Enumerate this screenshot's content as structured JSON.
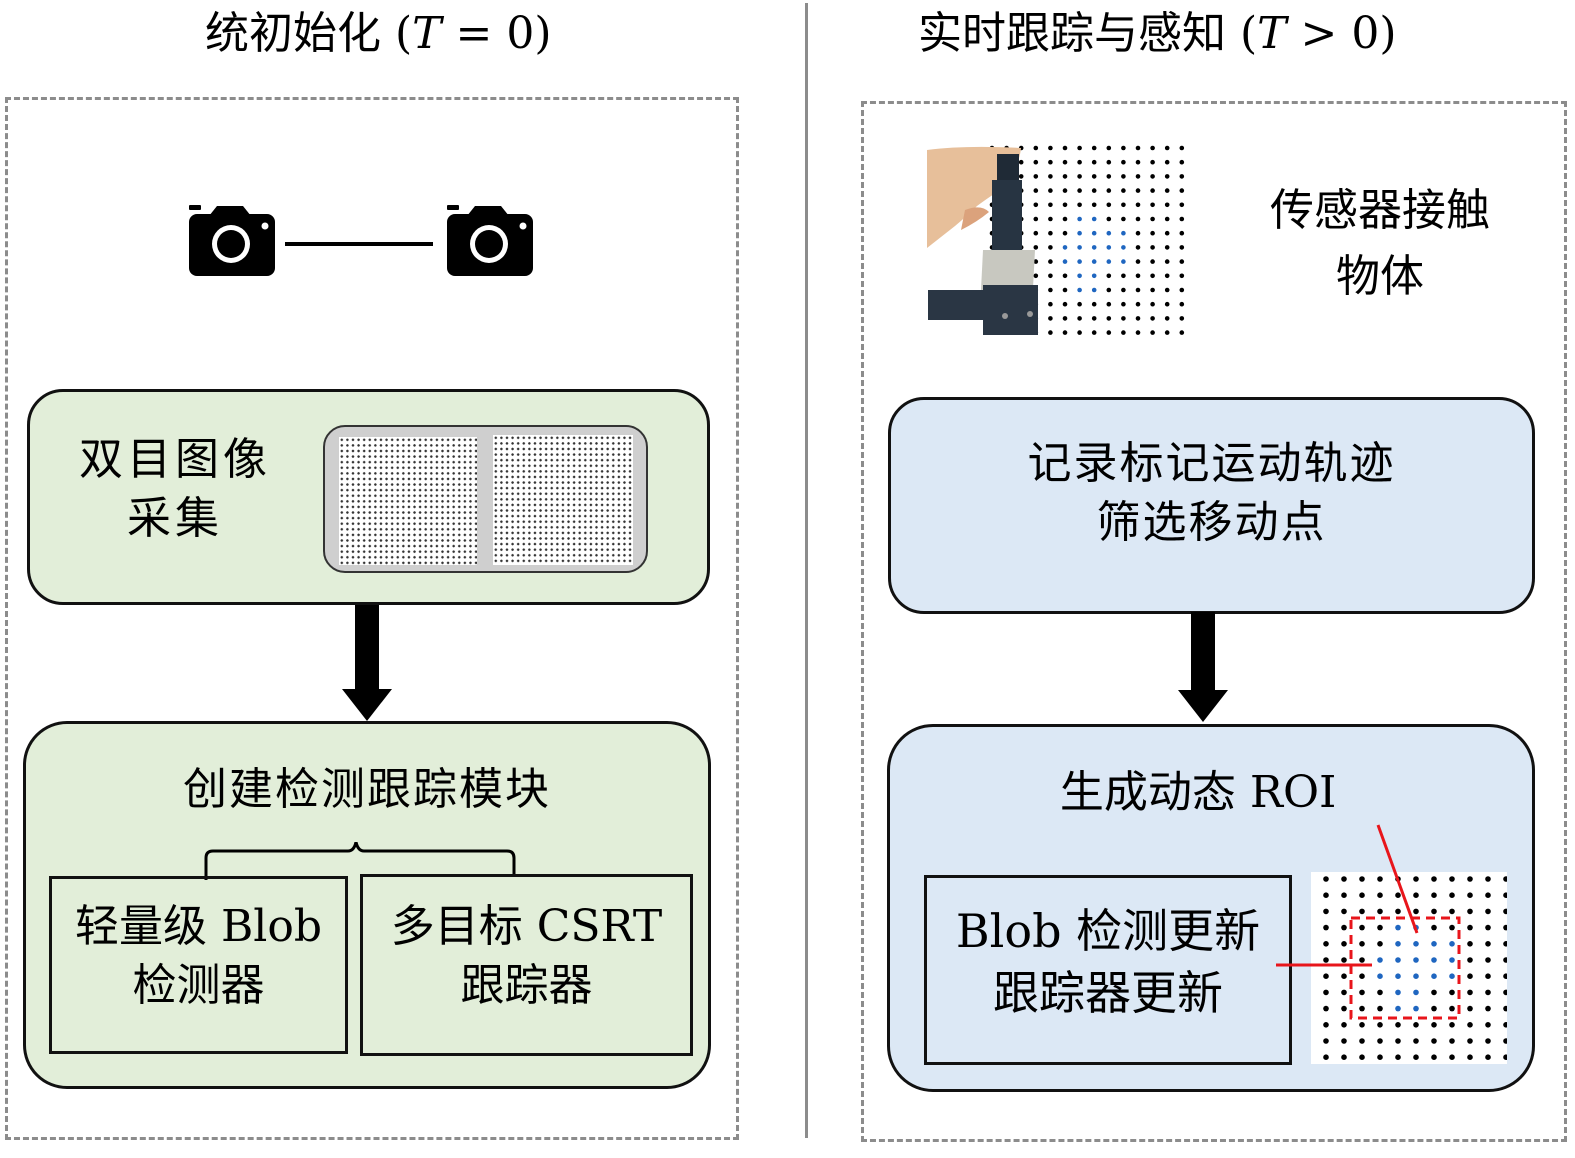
{
  "left_panel": {
    "title_cn": "统初始化",
    "title_math_open": "(",
    "title_math_var": "T",
    "title_math_op": " = ",
    "title_math_val": "0",
    "title_math_close": ")",
    "cameras": {
      "left_icon": "camera-icon",
      "right_icon": "camera-icon",
      "link": "baseline-connector"
    },
    "acquisition_box": {
      "line1": "双目图像",
      "line2": "采集",
      "image_desc": "stereo marker-grid image pair",
      "color": "#e2eed9"
    },
    "module_box": {
      "title": "创建检测跟踪模块",
      "color": "#e2eed9",
      "sub_left": {
        "line1": "轻量级 Blob",
        "line2": "检测器"
      },
      "sub_right": {
        "line1": "多目标 CSRT",
        "line2": "跟踪器"
      }
    }
  },
  "right_panel": {
    "title_cn": "实时跟踪与感知",
    "title_math_open": "(",
    "title_math_var": "T",
    "title_math_op": " > ",
    "title_math_val": "0",
    "title_math_close": ")",
    "contact": {
      "line1": "传感器接触",
      "line2": "物体",
      "image_desc": "sensor pressing object with displaced markers"
    },
    "trajectory_box": {
      "line1": "记录标记运动轨迹",
      "line2": "筛选移动点",
      "color": "#dce8f5"
    },
    "roi_box": {
      "title": "生成动态 ROI",
      "color": "#dce8f5",
      "update_box": {
        "line1": "Blob 检测更新",
        "line2": "跟踪器更新"
      },
      "roi_color": "#e8151b",
      "moving_marker_color": "#1f66c0",
      "static_marker_color": "#000000"
    }
  },
  "colors": {
    "panel_border": "#8c8c8c",
    "green_fill": "#e2eed9",
    "blue_fill": "#dce8f5",
    "image_frame": "#cfcfcf"
  }
}
